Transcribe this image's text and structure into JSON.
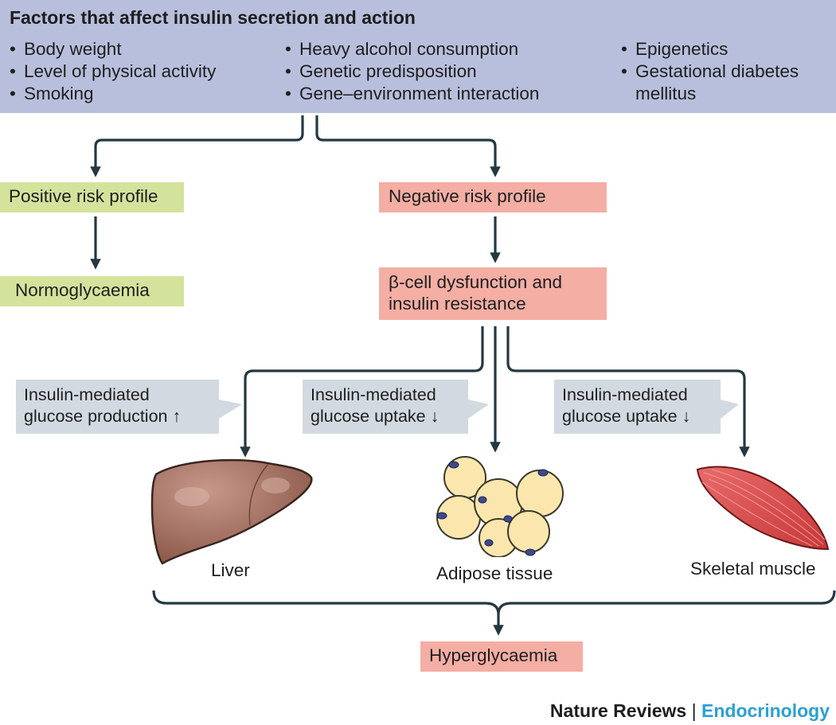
{
  "header": {
    "title": "Factors that affect insulin secretion and action",
    "columns": [
      [
        "Body weight",
        "Level of physical activity",
        "Smoking"
      ],
      [
        "Heavy alcohol consumption",
        "Genetic predisposition",
        "Gene–environment interaction"
      ],
      [
        "Epigenetics",
        "Gestational diabetes",
        "mellitus"
      ]
    ]
  },
  "positive": {
    "label": "Positive risk profile",
    "outcome": "Normoglycaemia"
  },
  "negative": {
    "label": "Negative risk profile",
    "dysfunction_line1": "β-cell dysfunction and",
    "dysfunction_line2": "insulin resistance"
  },
  "callouts": [
    {
      "line1": "Insulin-mediated",
      "line2": "glucose production ↑"
    },
    {
      "line1": "Insulin-mediated",
      "line2": "glucose uptake ↓"
    },
    {
      "line1": "Insulin-mediated",
      "line2": "glucose uptake ↓"
    }
  ],
  "organs": [
    {
      "label": "Liver",
      "icon": "liver-icon"
    },
    {
      "label": "Adipose tissue",
      "icon": "adipose-tissue-icon"
    },
    {
      "label": "Skeletal muscle",
      "icon": "skeletal-muscle-icon"
    }
  ],
  "outcome": "Hyperglycaemia",
  "credit": {
    "publisher": "Nature Reviews",
    "separator": " | ",
    "journal": "Endocrinology"
  },
  "colors": {
    "header_bg": "#b8bfdc",
    "positive": "#d4e39c",
    "negative": "#f4aea4",
    "callout": "#d3d9e1",
    "arrow": "#243842",
    "journal": "#2ba0d2"
  }
}
